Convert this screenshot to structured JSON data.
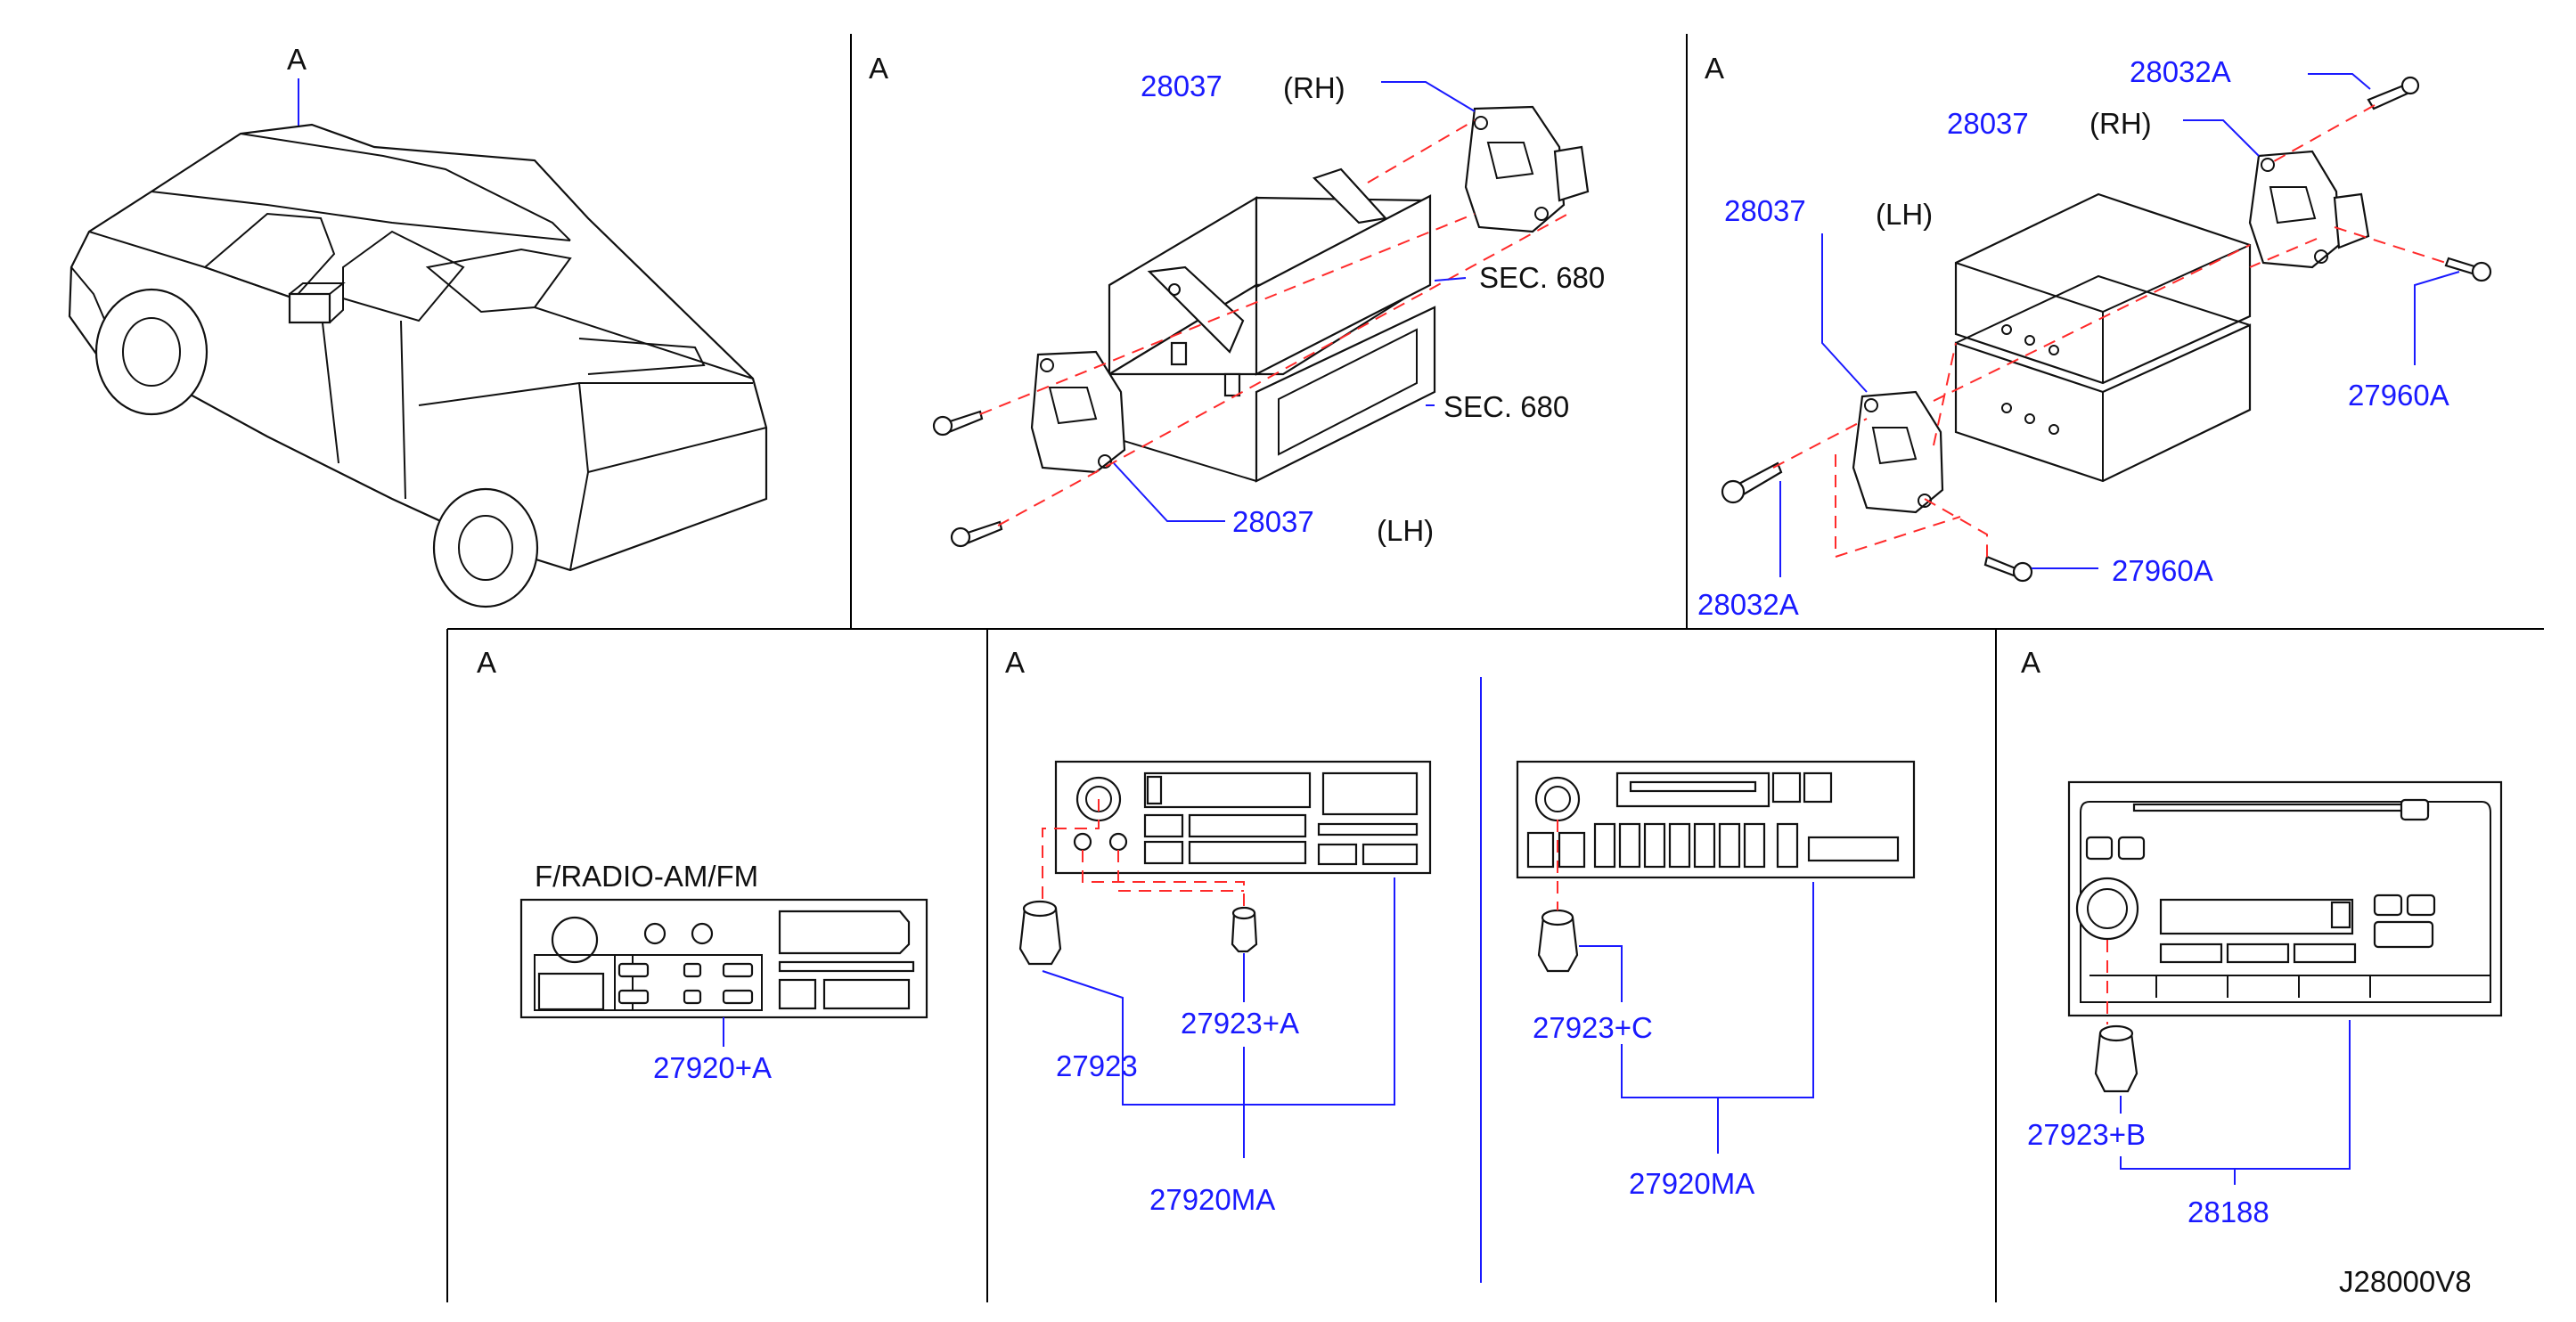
{
  "section_labels": [
    "A",
    "A",
    "A",
    "A",
    "A",
    "A"
  ],
  "callouts": {
    "p1_28037_rh": "28037",
    "p1_rh": "(RH)",
    "p1_sec_top": "SEC. 680",
    "p1_sec_bottom": "SEC. 680",
    "p1_28037_lh": "28037",
    "p1_lh": "(LH)",
    "p2_28032a_top": "28032A",
    "p2_28037_rh": "28037",
    "p2_rh": "(RH)",
    "p2_28037_lh": "28037",
    "p2_lh": "(LH)",
    "p2_27960a_right": "27960A",
    "p2_27960a_bottom": "27960A",
    "p2_28032a_bottom": "28032A",
    "p3_title": "F/RADIO-AM/FM",
    "p3_27920a": "27920+A",
    "p4_27923a": "27923+A",
    "p4_27923": "27923",
    "p4_27920ma": "27920MA",
    "p5_27923c": "27923+C",
    "p5_27920ma": "27920MA",
    "p6_27923b": "27923+B",
    "p6_28188": "28188",
    "diagram_code": "J28000V8"
  },
  "colors": {
    "part_number": "#1a1aff",
    "assembly_dash": "#ff2a2a",
    "outline": "#111111"
  }
}
